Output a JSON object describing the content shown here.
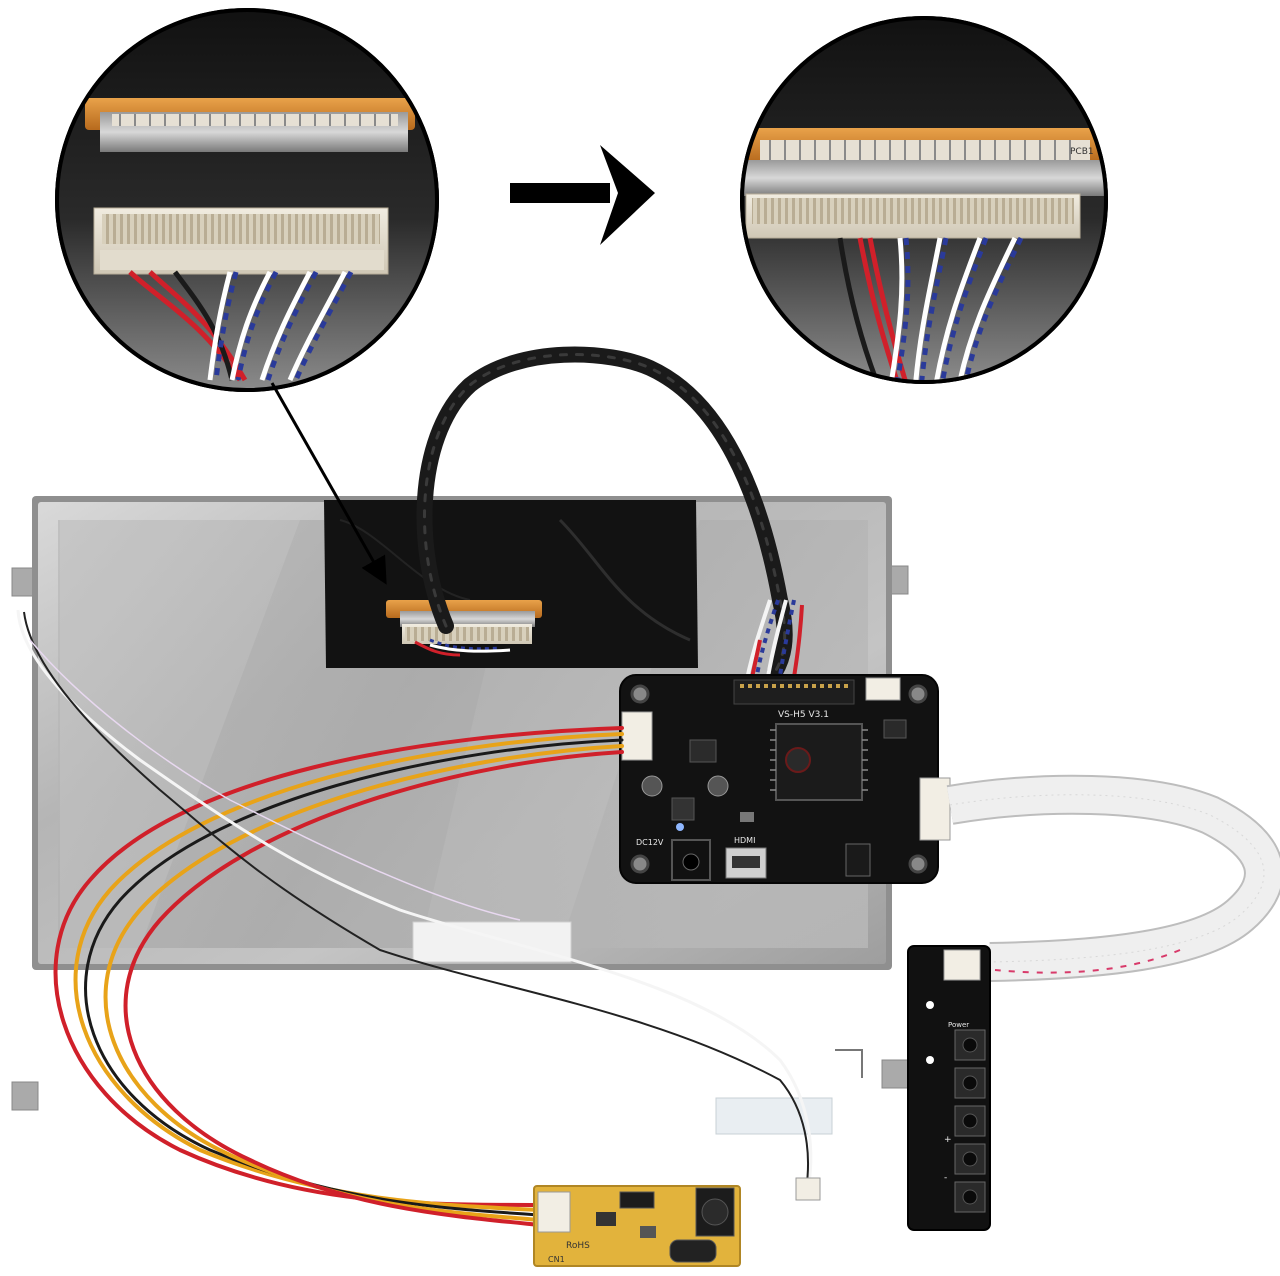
{
  "board_labels": {
    "main_board_model": "VS-H5 V3.1",
    "power_jack": "DC12V",
    "hdmi_port": "HDMI",
    "key_board_top": "Power",
    "key_board_plus": "+",
    "key_board_minus": "-",
    "inverter_mark": "RoHS",
    "inverter_code": "CN1",
    "lvds_pcb_mark": "PCB1"
  },
  "colors": {
    "background": "#ffffff",
    "panel_metal": "#b8b8b8",
    "pcb_black": "#121212",
    "inverter_pcb": "#e2b33c",
    "ribbon_white": "#eeeeee",
    "wire_red": "#d0202a",
    "wire_yellow": "#e8a319",
    "connector_gold": "#d98a2b",
    "twisted_blue": "#2a3a9a"
  },
  "icons": {
    "arrow": "right-arrow-icon",
    "pointer": "pointer-arrow-icon"
  }
}
